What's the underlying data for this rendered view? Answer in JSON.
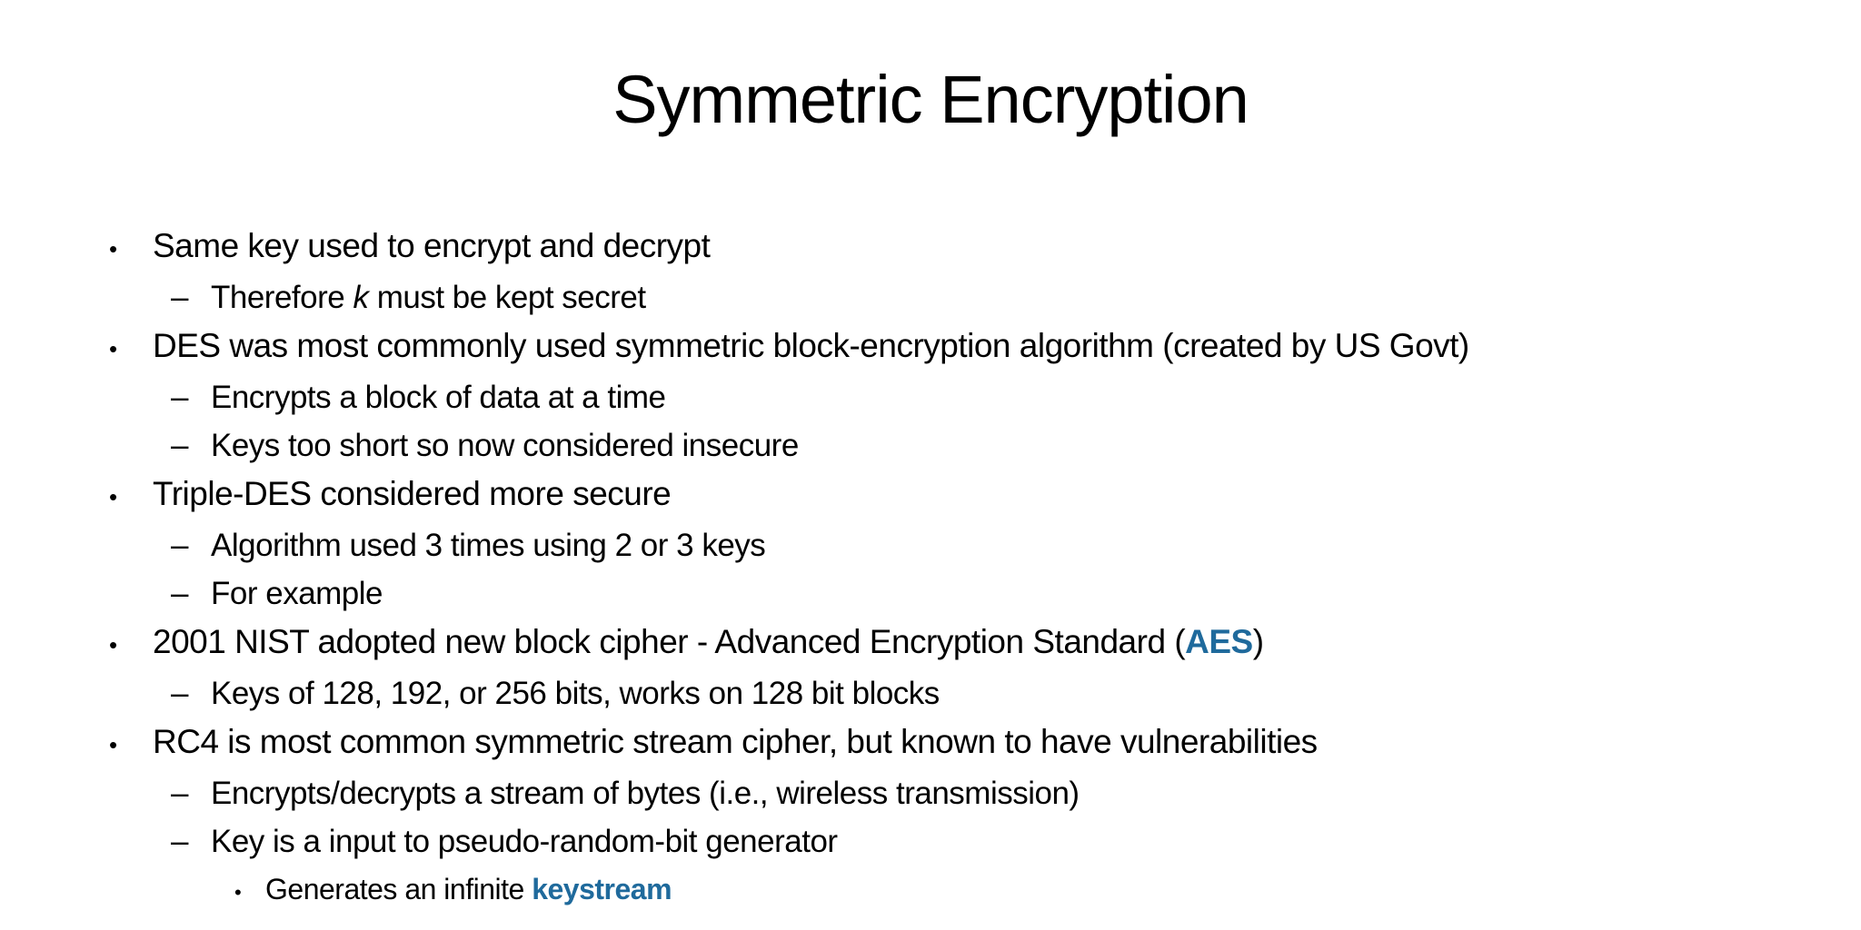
{
  "slide": {
    "title": "Symmetric Encryption",
    "background_color": "#ffffff",
    "text_color": "#000000",
    "accent_color": "#1f6a9c",
    "bullets": [
      {
        "level": 1,
        "marker": "•",
        "segments": [
          {
            "t": "Same key used to encrypt and decrypt"
          }
        ]
      },
      {
        "level": 2,
        "marker": "–",
        "segments": [
          {
            "t": "Therefore "
          },
          {
            "t": "k",
            "style": "italic"
          },
          {
            "t": " must be kept secret"
          }
        ]
      },
      {
        "level": 1,
        "marker": "•",
        "segments": [
          {
            "t": "DES was most commonly used symmetric block-encryption algorithm (created by US Govt)"
          }
        ]
      },
      {
        "level": 2,
        "marker": "–",
        "segments": [
          {
            "t": "Encrypts a block of data at a time"
          }
        ]
      },
      {
        "level": 2,
        "marker": "–",
        "segments": [
          {
            "t": "Keys too short so now considered insecure"
          }
        ]
      },
      {
        "level": 1,
        "marker": "•",
        "segments": [
          {
            "t": "Triple-DES considered more secure"
          }
        ]
      },
      {
        "level": 2,
        "marker": "–",
        "segments": [
          {
            "t": "Algorithm used 3 times using 2 or 3 keys"
          }
        ]
      },
      {
        "level": 2,
        "marker": "–",
        "segments": [
          {
            "t": "For example"
          }
        ]
      },
      {
        "level": 1,
        "marker": "•",
        "segments": [
          {
            "t": "2001 NIST adopted new block cipher - Advanced Encryption Standard ("
          },
          {
            "t": "AES",
            "style": "accent-bold"
          },
          {
            "t": ")"
          }
        ]
      },
      {
        "level": 2,
        "marker": "–",
        "segments": [
          {
            "t": "Keys of 128, 192, or 256 bits, works on 128 bit blocks"
          }
        ]
      },
      {
        "level": 1,
        "marker": "•",
        "segments": [
          {
            "t": "RC4 is most common symmetric stream cipher, but known to have vulnerabilities"
          }
        ]
      },
      {
        "level": 2,
        "marker": "–",
        "segments": [
          {
            "t": "Encrypts/decrypts a stream of bytes (i.e., wireless transmission)"
          }
        ]
      },
      {
        "level": 2,
        "marker": "–",
        "segments": [
          {
            "t": "Key is a input to pseudo-random-bit generator"
          }
        ]
      },
      {
        "level": 3,
        "marker": "•",
        "segments": [
          {
            "t": "Generates an infinite "
          },
          {
            "t": "keystream",
            "style": "accent-bold"
          }
        ]
      }
    ]
  }
}
